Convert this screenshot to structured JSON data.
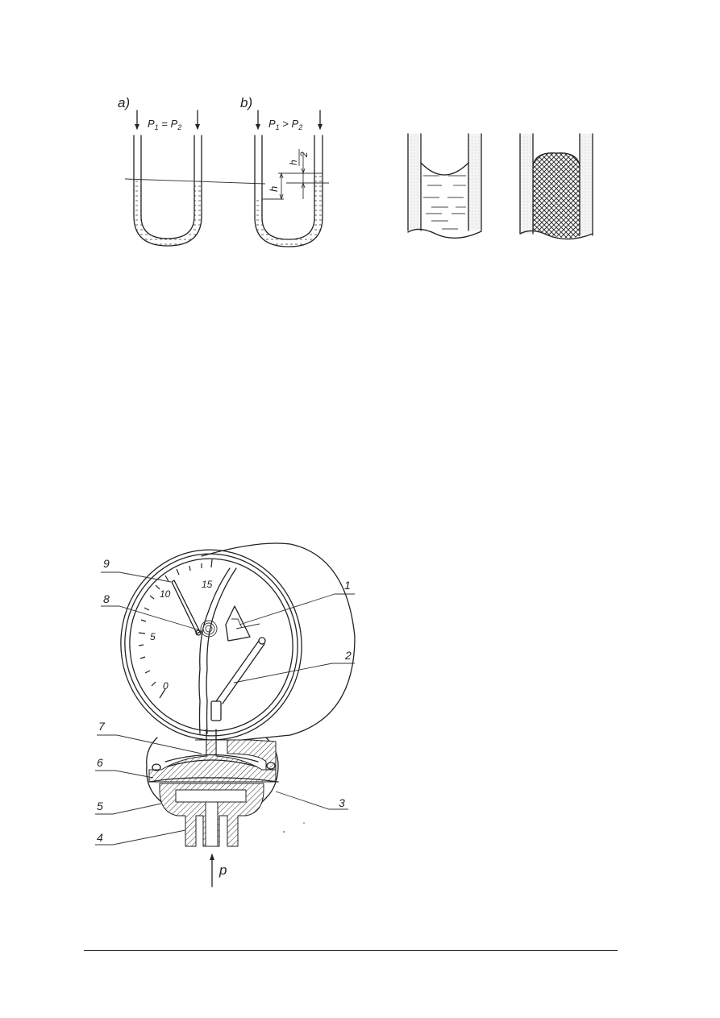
{
  "page": {
    "background": "#ffffff",
    "ink_color": "#222222"
  },
  "figure_manometer": {
    "panel_a": {
      "label": "a)",
      "condition": "P1 = P2",
      "condition_parts": {
        "p1": "P",
        "sub1": "1",
        "op": " = ",
        "p2": "P",
        "sub2": "2"
      }
    },
    "panel_b": {
      "label": "b)",
      "condition": "P1 > P2",
      "condition_parts": {
        "p1": "P",
        "sub1": "1",
        "op": " > ",
        "p2": "P",
        "sub2": "2"
      },
      "dimension_h": "h",
      "dimension_half_num": "h",
      "dimension_half_den": "2"
    }
  },
  "figure_meniscus": {
    "left": {
      "description": "concave meniscus (wetting liquid, e.g. water)"
    },
    "right": {
      "description": "convex meniscus (non-wetting liquid, e.g. mercury)"
    }
  },
  "figure_gauge": {
    "scale_labels": [
      "0",
      "5",
      "10",
      "15"
    ],
    "part_labels": {
      "1": "1",
      "2": "2",
      "3": "3",
      "4": "4",
      "5": "5",
      "6": "6",
      "7": "7",
      "8": "8",
      "9": "9"
    },
    "pressure_label": "p"
  },
  "footer": {
    "rule": true
  }
}
